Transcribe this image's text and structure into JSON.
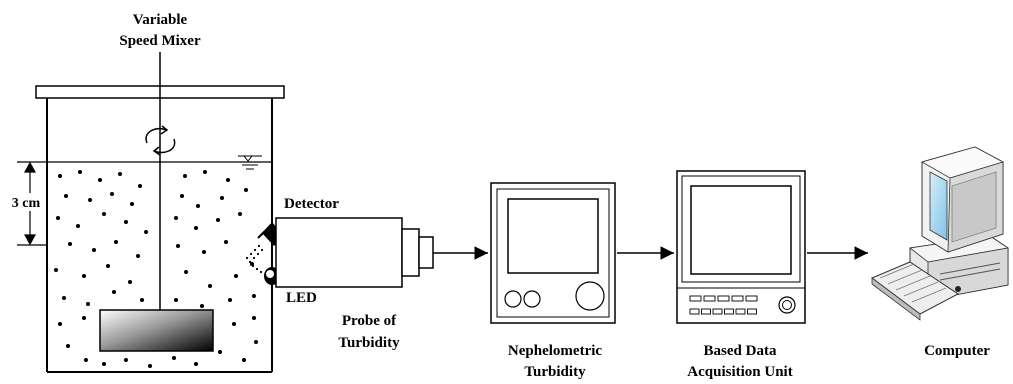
{
  "labels": {
    "mixer_line1": "Variable",
    "mixer_line2": "Speed Mixer",
    "depth": "3 cm",
    "detector": "Detector",
    "led": "LED",
    "probe_line1": "Probe of",
    "probe_line2": "Turbidity",
    "neph_line1": "Nephelometric",
    "neph_line2": "Turbidity",
    "daq_line1": "Based Data",
    "daq_line2": "Acquisition Unit",
    "computer": "Computer"
  },
  "icons": {
    "rotation": "rotation-arrows-icon",
    "water_level": "water-level-icon",
    "computer": "desktop-computer-icon",
    "keyboard": "keyboard-icon"
  },
  "colors": {
    "stroke": "#000000",
    "paddle_gradient_start": "#ffffff",
    "paddle_gradient_end": "#000000",
    "monitor_screen": "#a9d8ee",
    "computer_body": "#ececec"
  }
}
